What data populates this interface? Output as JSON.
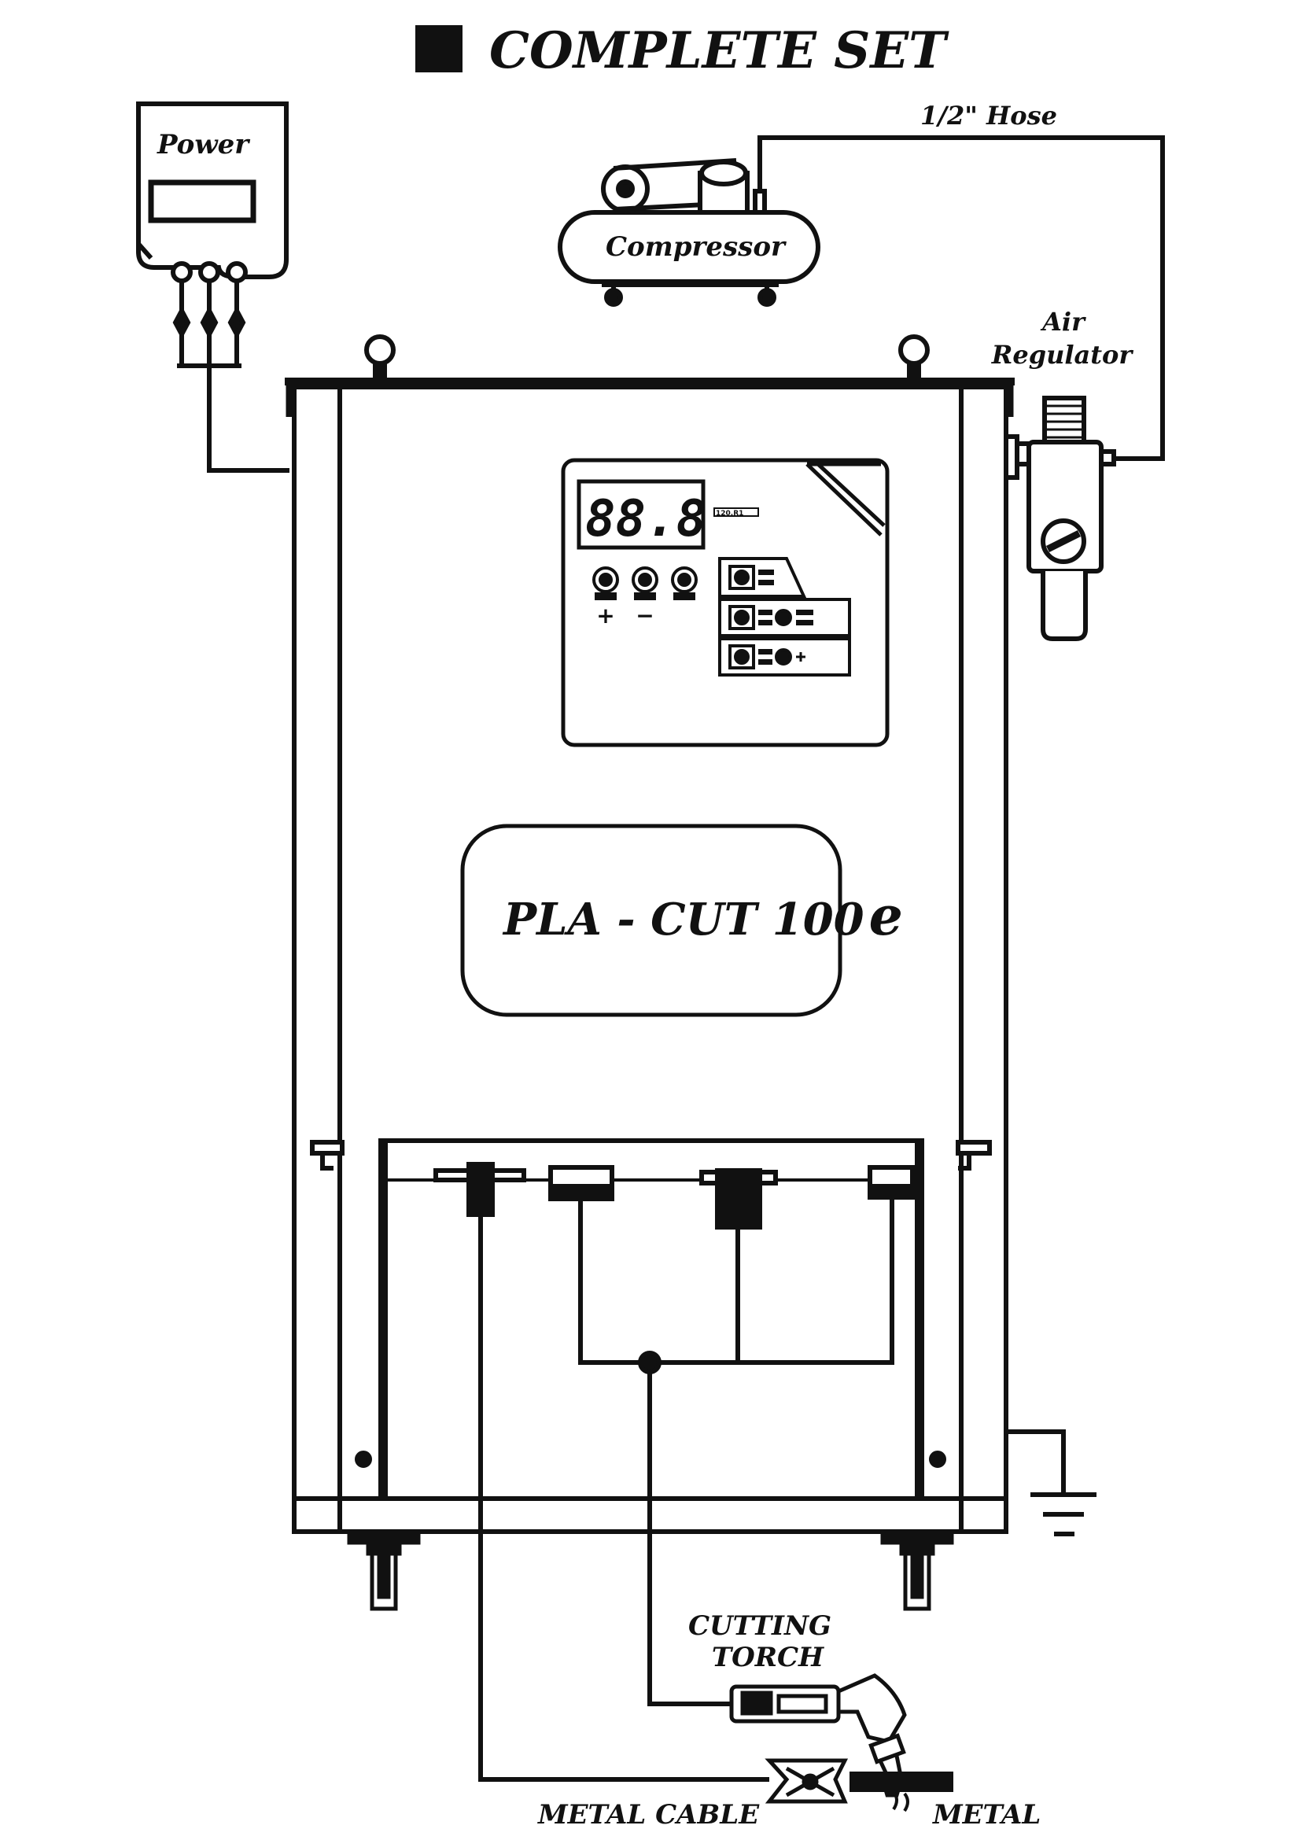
{
  "title": "COMPLETE SET",
  "labels": {
    "power": "Power",
    "hose": "1/2\" Hose",
    "compressor": "Compressor",
    "air_regulator_line1": "Air",
    "air_regulator_line2": "Regulator",
    "model": "PLA - CUT 100",
    "model_suffix": "e",
    "display_value": "88.8",
    "plus_sign": "+",
    "minus_sign": "−",
    "cutting_torch_line1": "CUTTING",
    "cutting_torch_line2": "TORCH",
    "metal_cable": "METAL CABLE",
    "metal": "METAL"
  },
  "colors": {
    "line": "#111111",
    "background": "#ffffff"
  }
}
